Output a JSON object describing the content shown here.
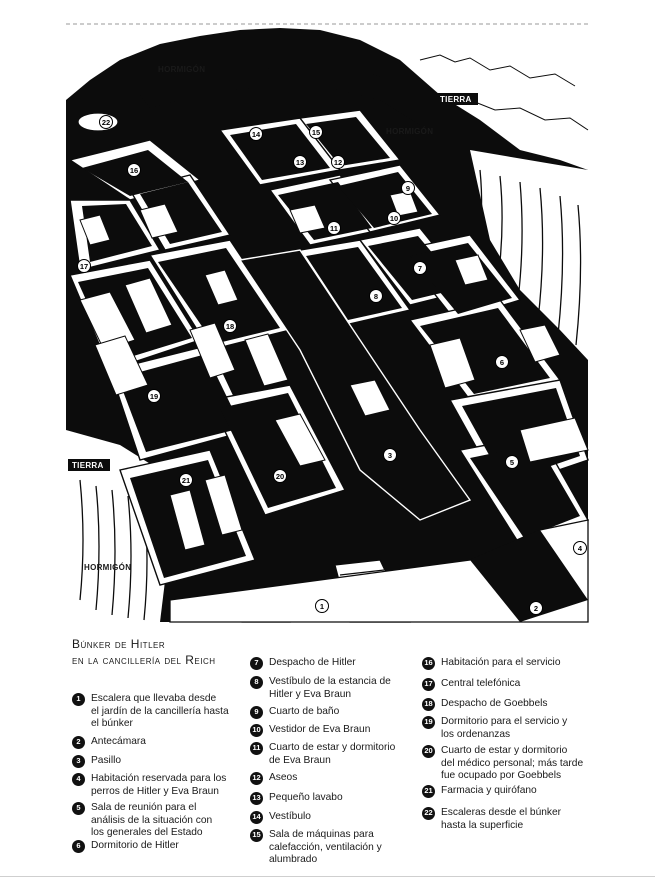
{
  "title_line1": "Búnker de Hitler",
  "title_line2": "en la cancillería del Reich",
  "terrain_labels": {
    "hormigon_top": "HORMIGÓN",
    "hormigon_right": "HORMIGÓN",
    "hormigon_left": "HORMIGÓN",
    "tierra_right": "TIERRA",
    "tierra_left": "TIERRA"
  },
  "legend": [
    {
      "n": "1",
      "text": "Escalera que llevaba desde\nel jardín de la cancillería hasta\nel búnker"
    },
    {
      "n": "2",
      "text": "Antecámara"
    },
    {
      "n": "3",
      "text": "Pasillo"
    },
    {
      "n": "4",
      "text": "Habitación reservada para los\nperros de Hitler y Eva Braun"
    },
    {
      "n": "5",
      "text": "Sala de reunión para el\nanálisis de la situación con\nlos generales del Estado"
    },
    {
      "n": "6",
      "text": "Dormitorio de Hitler"
    },
    {
      "n": "7",
      "text": "Despacho de Hitler"
    },
    {
      "n": "8",
      "text": "Vestíbulo de la estancia de\nHitler y Eva Braun"
    },
    {
      "n": "9",
      "text": "Cuarto de baño"
    },
    {
      "n": "10",
      "text": "Vestidor de Eva Braun"
    },
    {
      "n": "11",
      "text": "Cuarto de estar y dormitorio\nde Eva Braun"
    },
    {
      "n": "12",
      "text": "Aseos"
    },
    {
      "n": "13",
      "text": "Pequeño lavabo"
    },
    {
      "n": "14",
      "text": "Vestíbulo"
    },
    {
      "n": "15",
      "text": "Sala de máquinas para\ncalefacción, ventilación y\nalumbrado"
    },
    {
      "n": "16",
      "text": "Habitación para el servicio"
    },
    {
      "n": "17",
      "text": "Central telefónica"
    },
    {
      "n": "18",
      "text": "Despacho de Goebbels"
    },
    {
      "n": "19",
      "text": "Dormitorio para el servicio y\nlos ordenanzas"
    },
    {
      "n": "20",
      "text": "Cuarto de estar y dormitorio\ndel médico personal; más tarde\nfue ocupado por Goebbels"
    },
    {
      "n": "21",
      "text": "Farmacia y quirófano"
    },
    {
      "n": "22",
      "text": "Escaleras desde el búnker\nhasta la superficie"
    }
  ]
}
